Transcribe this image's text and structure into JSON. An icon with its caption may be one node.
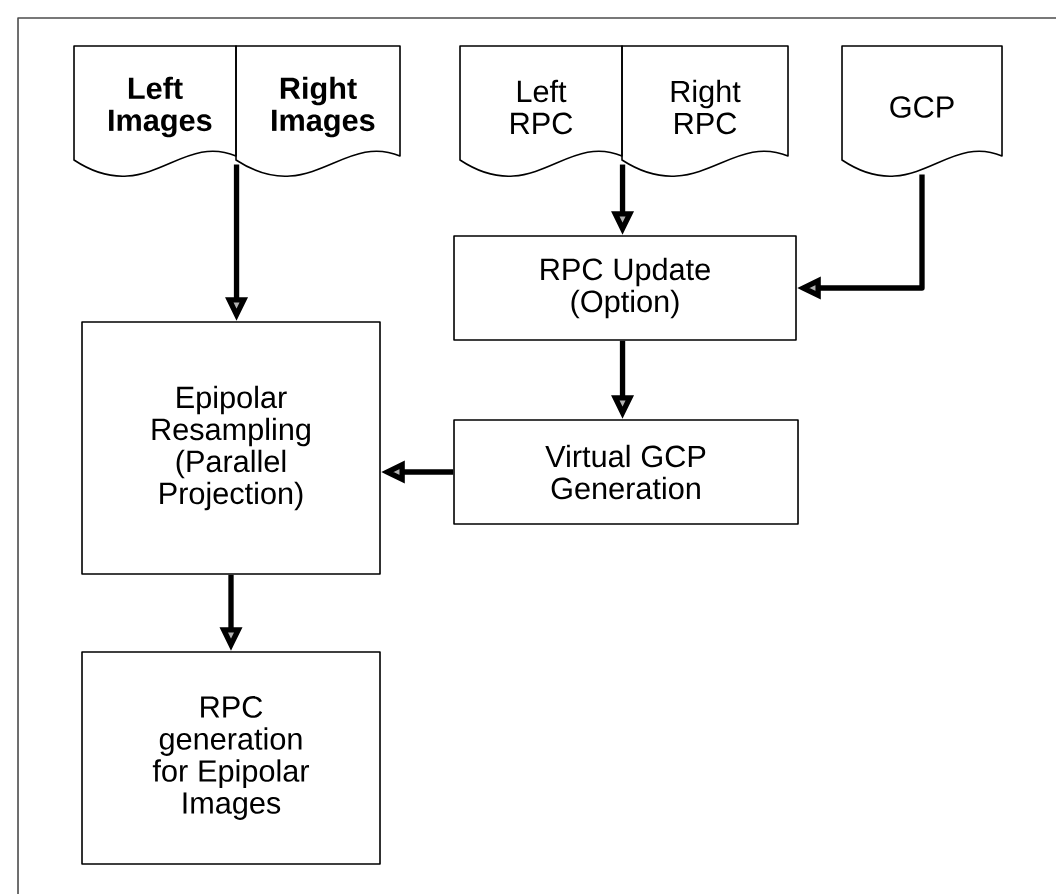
{
  "diagram": {
    "nodes": [
      {
        "text": [
          "**Left Images**"
        ]
      },
      {
        "text": [
          "**Right Images**"
        ]
      },
      {
        "text": [
          "Left RPC"
        ]
      },
      {
        "text": [
          "Right RPC"
        ]
      },
      {
        "text": [
          "GCP"
        ]
      },
      {
        "text": [
          "RPC Update (Option)"
        ]
      },
      {
        "text": [
          "Virtual GCP Generation"
        ]
      },
      {
        "text": [
          "Epipolar Resampling (Parallel Projection)"
        ]
      },
      {
        "text": [
          "RPC generation for Epipolar Images"
        ]
      }
    ],
    "edges": [
      {
        "from": 0,
        "to": 7,
        "arrow": "to"
      },
      {
        "from": 1,
        "to": 7,
        "arrow": "to"
      },
      {
        "from": 2,
        "to": 5,
        "arrow": "to"
      },
      {
        "from": 3,
        "to": 5,
        "arrow": "to"
      },
      {
        "from": 4,
        "to": 5,
        "arrow": "to"
      },
      {
        "from": 5,
        "to": 6,
        "arrow": "to"
      },
      {
        "from": 6,
        "to": 7,
        "arrow": "to"
      },
      {
        "from": 7,
        "to": 8,
        "arrow": "to"
      }
    ]
  }
}
